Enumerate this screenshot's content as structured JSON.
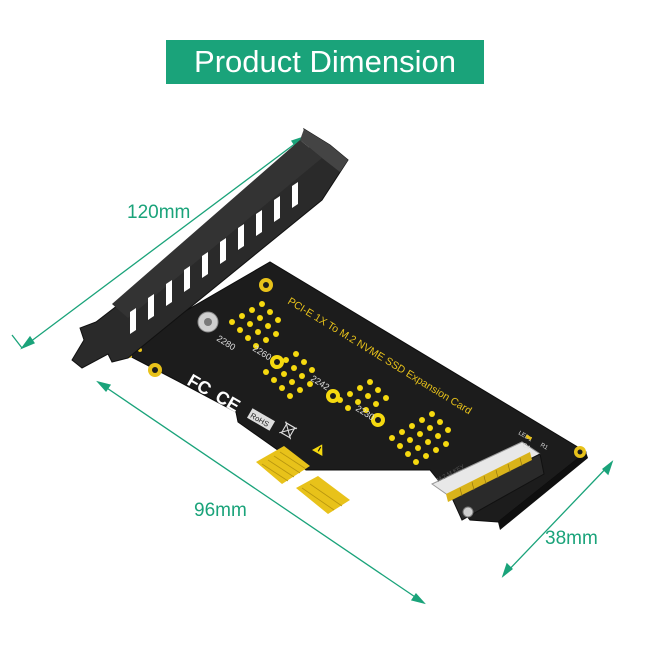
{
  "banner": {
    "title": "Product Dimension"
  },
  "dimensions": {
    "bracket_length": "120mm",
    "card_length": "96mm",
    "card_height": "38mm"
  },
  "board": {
    "title": "PCI-E 1X To M.2 NVME SSD Expansion Card",
    "sizes": [
      "2280",
      "2260",
      "2242",
      "2230"
    ],
    "led_label": "LED1",
    "resistor_label": "R1",
    "cap_label": "C4",
    "cert_marks": [
      "FC",
      "CE"
    ],
    "rohs": "RoHS",
    "socket_label": "M.2 M KEY"
  },
  "colors": {
    "accent": "#1aa37a",
    "board": "#1b1b1b",
    "bracket": "#2a2a2a",
    "gold": "#e8c21a",
    "pad_yellow": "#f5d90f"
  }
}
